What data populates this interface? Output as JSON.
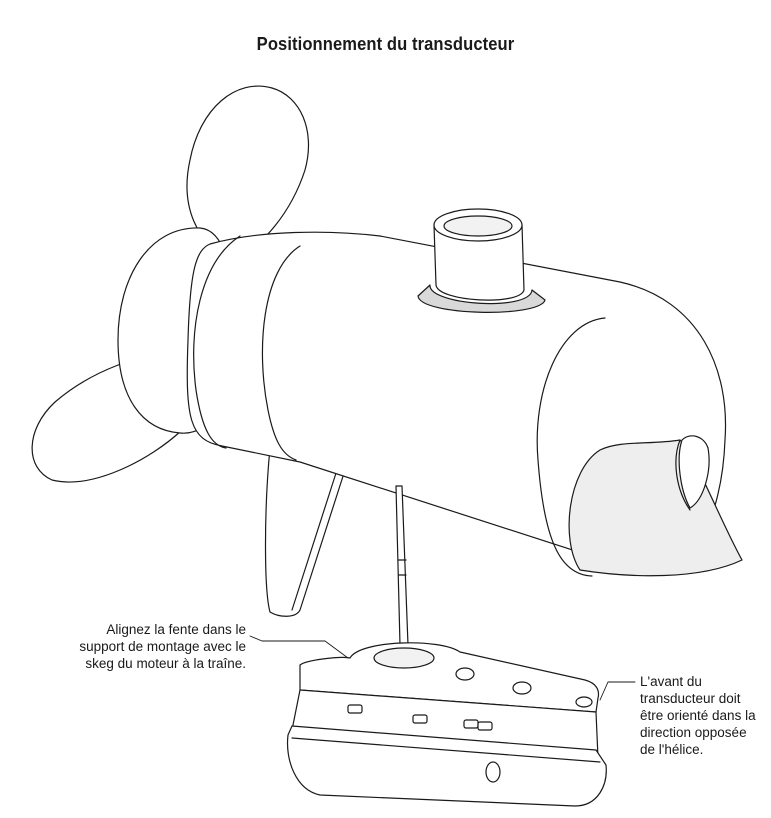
{
  "title": "Positionnement du transducteur",
  "callouts": {
    "slot_alignment": {
      "lines": [
        "Alignez la fente dans le",
        "support de montage avec le",
        "skeg du moteur à la traîne."
      ]
    },
    "transducer_front": {
      "lines": [
        "L'avant du",
        "transducteur doit",
        "être orienté dans la",
        "direction opposée",
        "de l'hélice."
      ]
    }
  },
  "colors": {
    "line": "#1a1a1a",
    "fill": "#ffffff",
    "shade": "#d9d9d9"
  }
}
